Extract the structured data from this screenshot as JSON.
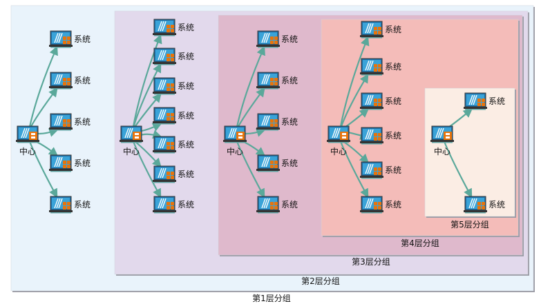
{
  "colors": {
    "edge": "#5aa89a",
    "group1": "#e9f3fb",
    "group2": "#e2d9ec",
    "group3": "#dfb9cc",
    "group4": "#f4bcb9",
    "group5": "#fbede4"
  },
  "groups": [
    {
      "label": "第1层分组",
      "center": "中心",
      "targets": [
        "系统",
        "系统",
        "系统",
        "系统",
        "系统"
      ]
    },
    {
      "label": "第2层分组",
      "center": "中心",
      "targets": [
        "系统",
        "系统",
        "系统",
        "系统",
        "系统",
        "系统",
        "系统"
      ]
    },
    {
      "label": "第3层分组",
      "center": "中心",
      "targets": [
        "系统",
        "系统",
        "系统",
        "系统",
        "系统"
      ]
    },
    {
      "label": "第4层分组",
      "center": "中心",
      "targets": [
        "系统",
        "系统",
        "系统",
        "系统",
        "系统",
        "系统"
      ]
    },
    {
      "label": "第5层分组",
      "center": "中心",
      "targets": [
        "系统",
        "系统"
      ]
    }
  ]
}
